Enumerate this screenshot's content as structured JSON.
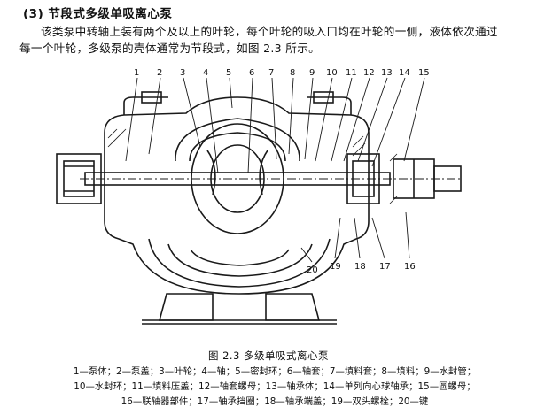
{
  "section": {
    "heading": "(3) 节段式多级单吸离心泵",
    "line1": "该类泵中转轴上装有两个及以上的叶轮，每个叶轮的吸入口均在叶轮的一侧，液体依次通过",
    "line2": "每一个叶轮，多级泵的壳体通常为节段式，如图 2.3 所示。"
  },
  "figure": {
    "caption": "图 2.3   多级单吸式离心泵",
    "top_labels": [
      "1",
      "2",
      "3",
      "4",
      "5",
      "6",
      "7",
      "8",
      "9",
      "10",
      "11",
      "12",
      "13",
      "14",
      "15"
    ],
    "bottom_labels": [
      "20",
      "19",
      "18",
      "17",
      "16"
    ],
    "legend_line1": "1—泵体；2—泵盖；3—叶轮；4—轴；5—密封环；6—轴套；7—填料套；8—填料；9—水封管；",
    "legend_line2": "10—水封环；11—填料压盖；12—轴套螺母；13—轴承体；14—单列向心球轴承；15—圆螺母；",
    "legend_line3": "16—联轴器部件；17—轴承挡圈；18—轴承端盖；19—双头螺栓；20—键"
  }
}
